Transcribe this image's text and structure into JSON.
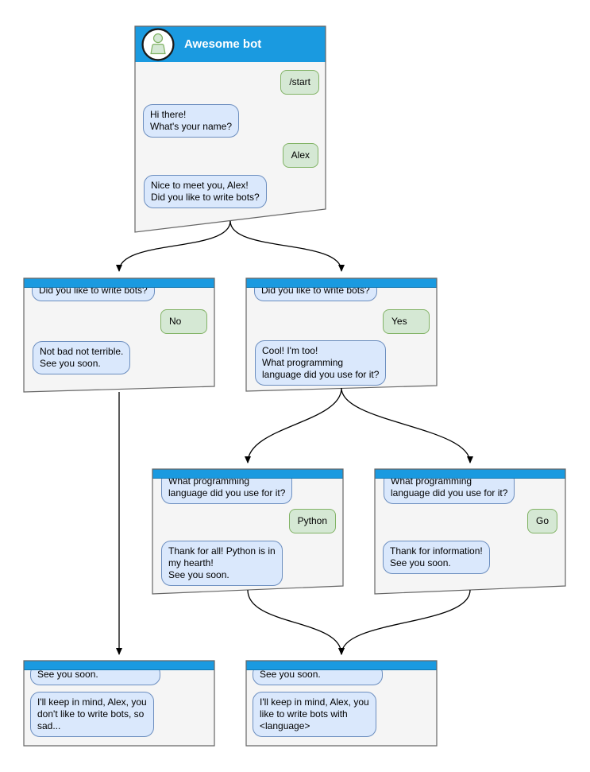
{
  "colors": {
    "pageBg": "#ffffff",
    "headerBlue": "#1a9ae0",
    "headerEdge": "#1177b0",
    "windowFill": "#f5f5f5",
    "windowBorder": "#666666",
    "bubbleBotFill": "#dae8fc",
    "bubbleBotBorder": "#6c8ebf",
    "bubbleUserFill": "#d5e8d4",
    "bubbleUserBorder": "#82b366",
    "arrowColor": "#000000"
  },
  "windows": [
    {
      "id": "main",
      "title": "Awesome bot",
      "messages": [
        {
          "from": "user",
          "text": "/start"
        },
        {
          "from": "bot",
          "text": "Hi there!\nWhat's your name?"
        },
        {
          "from": "user",
          "text": "Alex"
        },
        {
          "from": "bot",
          "text": "Nice to meet you, Alex!\nDid you like to write bots?"
        }
      ]
    },
    {
      "id": "no-branch",
      "messages": [
        {
          "from": "bot",
          "text": "Did you like to write bots?"
        },
        {
          "from": "user",
          "text": "No"
        },
        {
          "from": "bot",
          "text": "Not bad not terrible.\nSee you soon."
        }
      ]
    },
    {
      "id": "yes-branch",
      "messages": [
        {
          "from": "bot",
          "text": "Did you like to write bots?"
        },
        {
          "from": "user",
          "text": "Yes"
        },
        {
          "from": "bot",
          "text": "Cool! I'm too!\nWhat programming\nlanguage did you use for it?"
        }
      ]
    },
    {
      "id": "python-branch",
      "messages": [
        {
          "from": "bot",
          "text": "What programming\nlanguage did you use for it?"
        },
        {
          "from": "user",
          "text": "Python"
        },
        {
          "from": "bot",
          "text": "Thank for all! Python is in\nmy hearth!\nSee you soon."
        }
      ]
    },
    {
      "id": "go-branch",
      "messages": [
        {
          "from": "bot",
          "text": "What programming\nlanguage did you use for it?"
        },
        {
          "from": "user",
          "text": "Go"
        },
        {
          "from": "bot",
          "text": "Thank for information!\nSee you soon."
        }
      ]
    },
    {
      "id": "end-no",
      "messages": [
        {
          "from": "bot",
          "text": "See you soon."
        },
        {
          "from": "bot",
          "text": "I'll keep in mind, Alex, you\ndon't like to write bots, so\nsad..."
        }
      ]
    },
    {
      "id": "end-yes",
      "messages": [
        {
          "from": "bot",
          "text": "See you soon."
        },
        {
          "from": "bot",
          "text": "I'll keep in mind, Alex, you\nlike to write bots with\n<language>"
        }
      ]
    }
  ]
}
